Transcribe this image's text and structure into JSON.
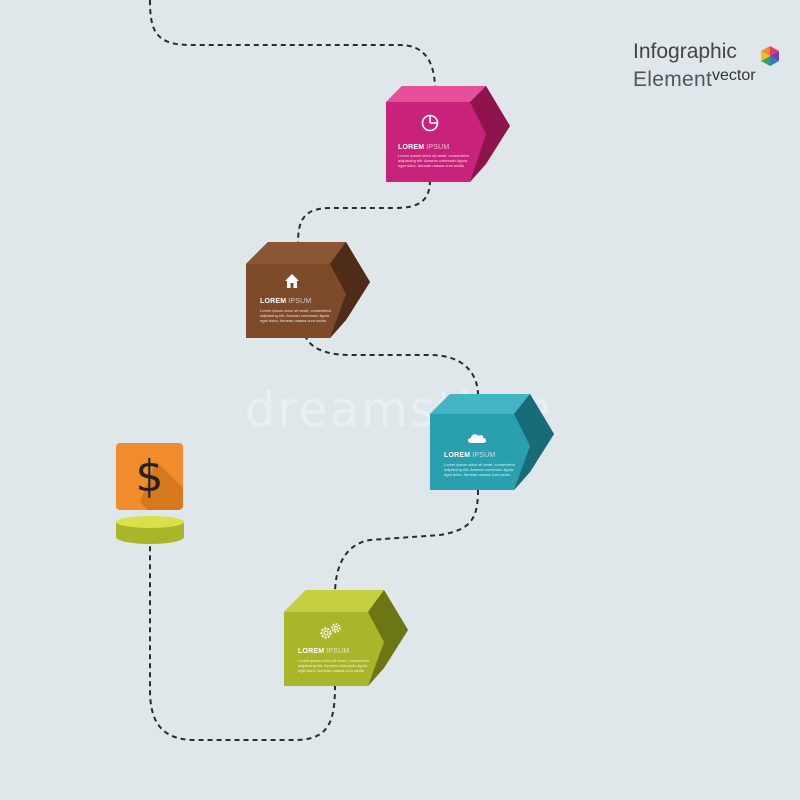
{
  "title": {
    "line1": "Infographic",
    "line2": "Element",
    "line3": "vector"
  },
  "steps": [
    {
      "label_bold": "LOREM",
      "label_light": "IPSUM",
      "body": [
        "Lorem ipsum dolor sit amet, consectetur",
        "adipiscing elit. Aenean commodo ligula",
        "eget dolor. Aenean massa cum sociis"
      ],
      "icon": "pie-chart-icon",
      "color": "#c9227a"
    },
    {
      "label_bold": "LOREM",
      "label_light": "IPSUM",
      "body": [
        "Lorem ipsum dolor sit amet, consectetur",
        "adipiscing elit. Aenean commodo ligula",
        "eget dolor. Aenean massa cum sociis"
      ],
      "icon": "home-icon",
      "color": "#7d4a2a"
    },
    {
      "label_bold": "LOREM",
      "label_light": "IPSUM",
      "body": [
        "Lorem ipsum dolor sit amet, consectetur",
        "adipiscing elit. Aenean commodo ligula",
        "eget dolor. Aenean massa cum sociis"
      ],
      "icon": "cloud-icon",
      "color": "#2a9fb0"
    },
    {
      "label_bold": "LOREM",
      "label_light": "IPSUM",
      "body": [
        "Lorem ipsum dolor sit amet, consectetur",
        "adipiscing elit. Aenean commodo ligula",
        "eget dolor. Aenean massa cum sociis"
      ],
      "icon": "gears-icon",
      "color": "#a9b62a"
    }
  ],
  "start": {
    "symbol": "$",
    "icon": "dollar-icon",
    "color": "#f08c2b",
    "base_color": "#a9b62a"
  },
  "watermark": "dreamstime"
}
